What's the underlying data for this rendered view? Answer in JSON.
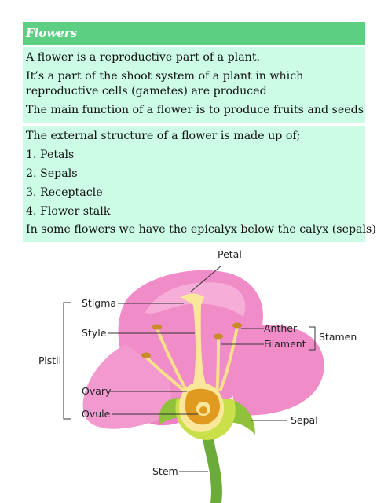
{
  "section": {
    "title": "Flowers",
    "intro": [
      "A flower is a reproductive part of a plant.",
      "It’s a part of the shoot system of a plant in which reproductive cells (gametes) are produced",
      "The main function of a flower is to produce fruits and seeds"
    ],
    "structure_heading": "The external structure of a flower is made up of;",
    "structure_items": [
      "1. Petals",
      "2. Sepals",
      "3. Receptacle",
      "4. Flower stalk"
    ],
    "structure_note": "In some flowers we have the epicalyx below the calyx (sepals)"
  },
  "diagram": {
    "labels": {
      "petal": "Petal",
      "stigma": "Stigma",
      "style": "Style",
      "pistil": "Pistil",
      "ovary": "Ovary",
      "ovule": "Ovule",
      "anther": "Anther",
      "filament": "Filament",
      "stamen": "Stamen",
      "sepal": "Sepal",
      "stem": "Stem"
    },
    "colors": {
      "petal": "#f08cc8",
      "petal_light": "#f7b6dc",
      "pistil": "#fbe79a",
      "ovary": "#f2b030",
      "ovule": "#b86a10",
      "sepal": "#9cc83a",
      "stem": "#6aab3a"
    }
  }
}
